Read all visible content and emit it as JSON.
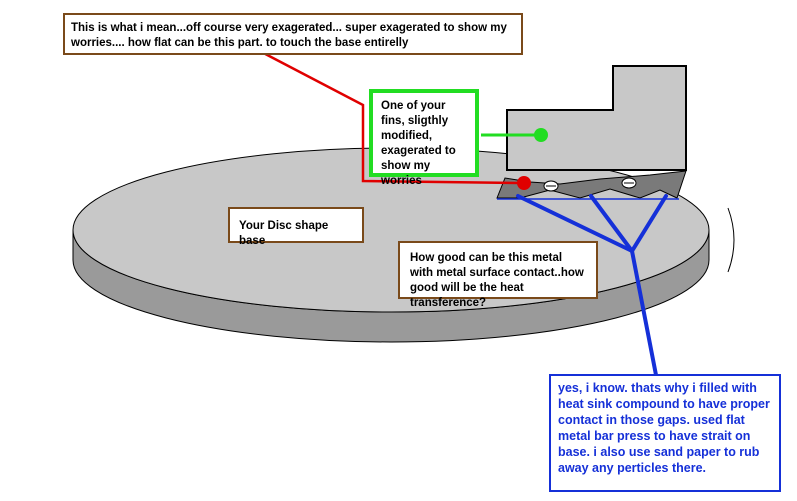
{
  "notes": {
    "top_caption": "This is what i mean...off course very exagerated... super exagerated to show my worries.... how flat can be this part. to touch the base entirelly",
    "disc_label": "Your Disc shape base",
    "fins_label": "One of your fins, sligthly modified, exagerated to show my worries",
    "metal_question": "How good can be this metal with metal surface contact..how good will be the heat transference?",
    "reply": "yes, i know. thats why i filled with heat sink compound to have proper contact in those gaps. used flat metal bar press to have strait on base. i also use sand paper to rub away any perticles there."
  },
  "colors": {
    "disc_top": "#c8c8c8",
    "disc_side": "#9a9a9a",
    "fin_fill": "#c8c8c8",
    "jagged_fill": "#7a7a7a",
    "red_pointer": "#e00000",
    "green_box": "#22dd22",
    "blue_lines": "#1530d8",
    "note_border": "#7a4a1a",
    "reply_text": "#1530d8"
  }
}
